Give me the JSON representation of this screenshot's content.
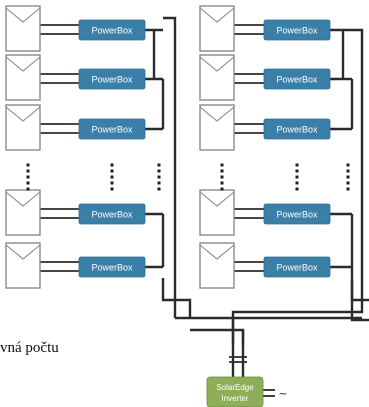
{
  "powerbox_label": "PowerBox",
  "inverter": {
    "line1": "SolarEdge",
    "line2": "Inverter",
    "ac_symbol": "~"
  },
  "caption": "vná počtu",
  "colors": {
    "powerbox": "#3a7fa8",
    "inverter": "#8fae58",
    "wire": "#2b2b2b",
    "panel_outline": "#8a8a8a"
  },
  "strings": [
    {
      "name": "left-string",
      "powerbox_count_shown": 5
    },
    {
      "name": "right-string",
      "powerbox_count_shown": 5
    }
  ]
}
